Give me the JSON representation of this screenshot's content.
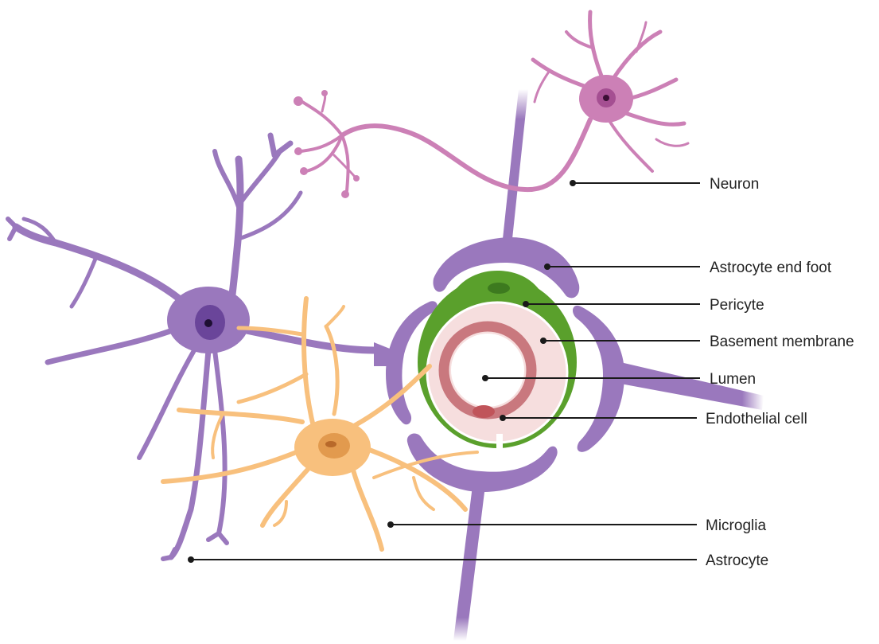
{
  "labels": {
    "neuron": "Neuron",
    "astrocyte_end_foot": "Astrocyte end foot",
    "pericyte": "Pericyte",
    "basement_membrane": "Basement membrane",
    "lumen": "Lumen",
    "endothelial_cell": "Endothelial cell",
    "microglia": "Microglia",
    "astrocyte": "Astrocyte"
  },
  "colors": {
    "astrocyte": "#9a78bd",
    "astrocyte_dark": "#7a55a5",
    "astrocyte_nucleus": "#5e3a8e",
    "neuron": "#cc80b6",
    "neuron_dark": "#b4649c",
    "microglia": "#f8c07d",
    "microglia_edge": "#d99642",
    "pericyte": "#5aa02c",
    "pericyte_edge": "#3c7a1c",
    "basement_membrane": "#f5dcdc",
    "endothelium": "#c9787e",
    "lumen": "#ffffff"
  }
}
